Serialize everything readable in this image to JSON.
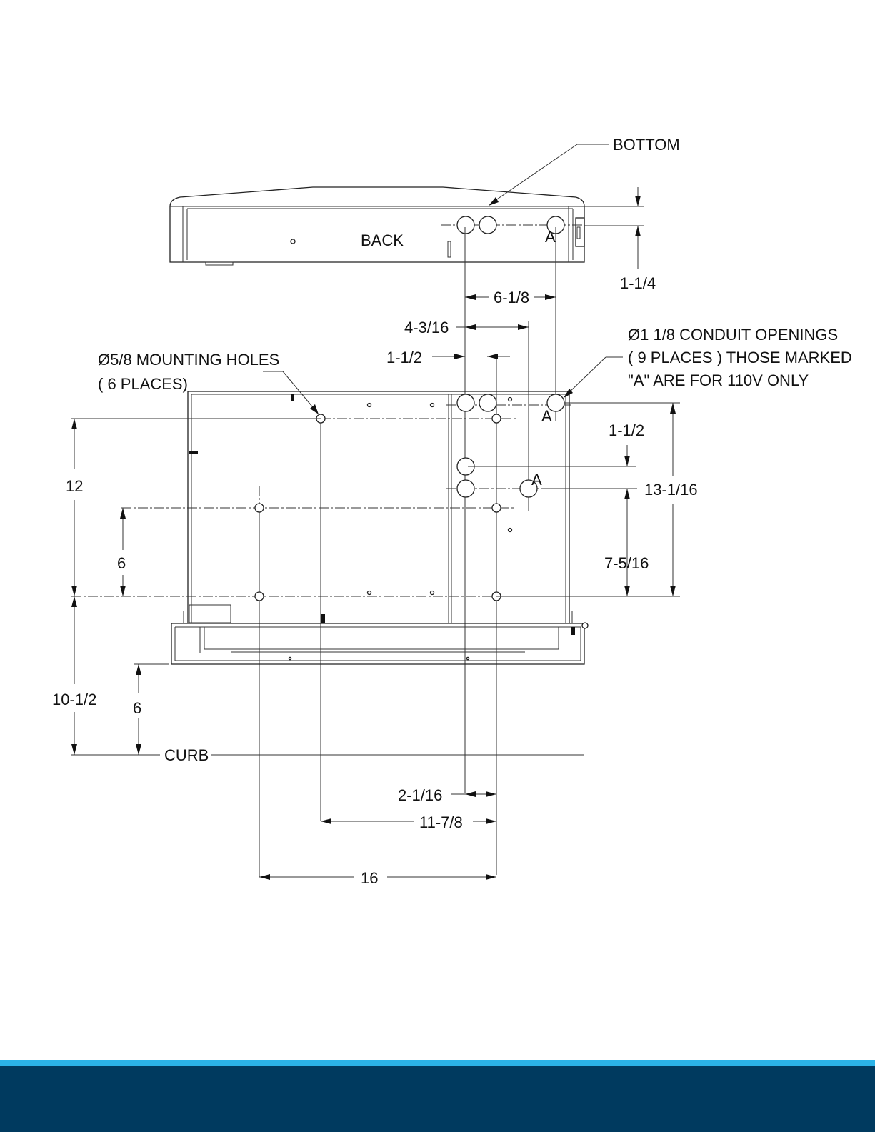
{
  "labels": {
    "bottom": "BOTTOM",
    "back": "BACK",
    "a": "A",
    "curb": "CURB",
    "mounting_holes_line1": "Ø5/8 MOUNTING HOLES",
    "mounting_holes_line2": "( 6 PLACES)",
    "conduit_line1": "Ø1 1/8 CONDUIT OPENINGS",
    "conduit_line2": "( 9  PLACES ) THOSE MARKED",
    "conduit_line3": "\"A\" ARE FOR 110V ONLY"
  },
  "dimensions": {
    "top_offset": "1-1/4",
    "d_6_1_8": "6-1/8",
    "d_4_3_16": "4-3/16",
    "d_1_1_2_top": "1-1/2",
    "d_1_1_2_right": "1-1/2",
    "d_13_1_16": "13-1/16",
    "d_7_5_16": "7-5/16",
    "d_12": "12",
    "d_6_left": "6",
    "d_10_1_2": "10-1/2",
    "d_6_curb": "6",
    "d_2_1_16": "2-1/16",
    "d_11_7_8": "11-7/8",
    "d_16": "16"
  },
  "colors": {
    "footer_stripe": "#2bb3e8",
    "footer_band": "#003a5f"
  }
}
